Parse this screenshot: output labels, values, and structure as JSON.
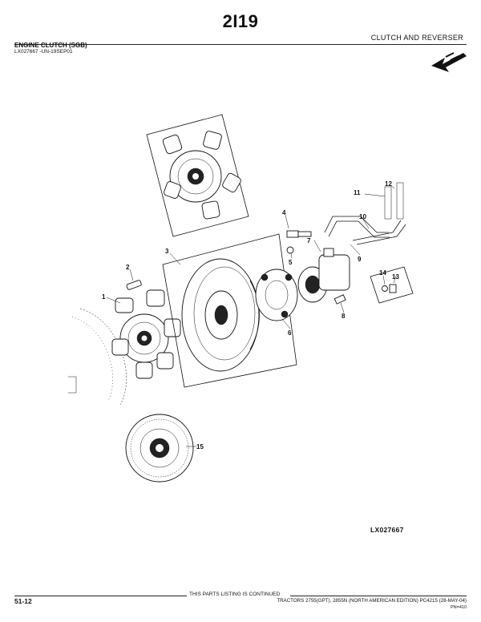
{
  "header": {
    "page_number": "2I19",
    "section": "CLUTCH AND REVERSER",
    "title": "ENGINE CLUTCH (SGB)",
    "subtitle": "LX027667     -UN-19SEP01"
  },
  "figure": {
    "id": "LX027667",
    "callouts": [
      "1",
      "2",
      "3",
      "4",
      "5",
      "6",
      "7",
      "8",
      "9",
      "10",
      "11",
      "12",
      "13",
      "14",
      "15"
    ],
    "icons": [
      "direction-arrow-icon"
    ]
  },
  "footer": {
    "continued": "THIS PARTS LISTING IS CONTINUED",
    "page_ref": "51-12",
    "line": "TRACTORS 2755(GPT), 2855N (NORTH AMERICAN EDITION)  PC4215   (28-MAY-04)",
    "pn": "PN=410"
  }
}
